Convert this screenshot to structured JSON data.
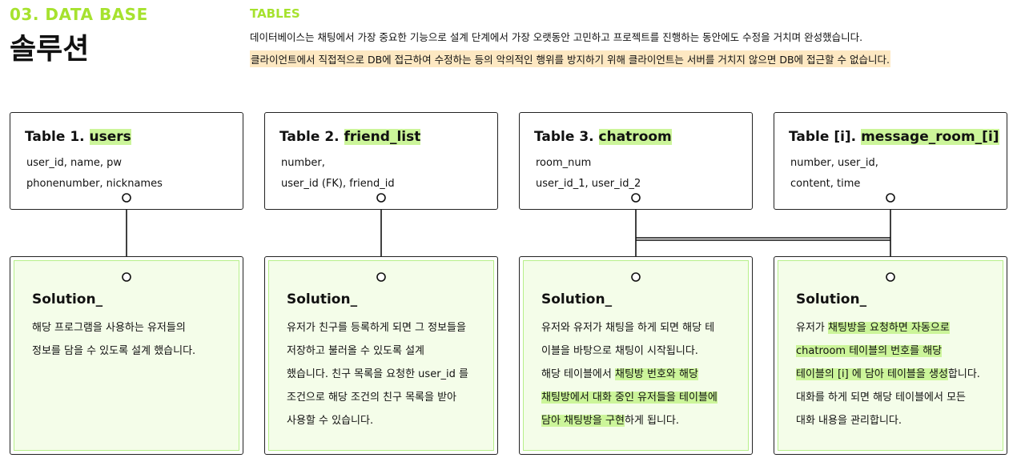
{
  "header": {
    "section_num": "03. DATA BASE",
    "section_title": "솔루션",
    "tables_label": "TABLES",
    "desc_line1": "데이터베이스는 채팅에서 가장 중요한 기능으로 설계 단계에서 가장 오랫동안 고민하고 프로젝트를 진행하는 동안에도 수정을 거치며 완성했습니다.",
    "desc_line2": "클라이언트에서 직접적으로 DB에 접근하여 수정하는 등의 악의적인 행위를 방지하기 위해 클라이언트는 서버를 거치지 않으면 DB에 접근할 수 없습니다."
  },
  "tables": [
    {
      "prefix": "Table 1. ",
      "name": "users",
      "line1": "user_id, name, pw",
      "line2": "phonenumber, nicknames"
    },
    {
      "prefix": "Table 2. ",
      "name": "friend_list",
      "line1": "number,",
      "line2": "user_id (FK), friend_id"
    },
    {
      "prefix": "Table 3. ",
      "name": "chatroom",
      "line1": "room_num",
      "line2": "user_id_1, user_id_2"
    },
    {
      "prefix": "Table [i]. ",
      "name": "message_room_[i]",
      "line1": "number, user_id,",
      "line2": "content, time"
    }
  ],
  "solutions": [
    {
      "title": "Solution_",
      "lines": [
        [
          "해당 프로그램을 사용하는 유저들의"
        ],
        [
          "정보를 담을 수 있도록 설계 했습니다."
        ]
      ]
    },
    {
      "title": "Solution_",
      "lines": [
        [
          "유저가 친구를 등록하게 되면 그 정보들을"
        ],
        [
          "저장하고 불러올 수 있도록 설계"
        ],
        [
          "했습니다. 친구 목록을 요청한 user_id 를"
        ],
        [
          "조건으로 해당 조건의 친구 목록을 받아"
        ],
        [
          "사용할 수 있습니다."
        ]
      ]
    },
    {
      "title": "Solution_",
      "lines": [
        [
          "유저와 유저가 채팅을 하게 되면 해당 테"
        ],
        [
          "이블을 바탕으로 채팅이 시작됩니다."
        ],
        [
          "해당 테이블에서 ",
          "채팅방 번호와 해당"
        ],
        [
          "",
          "채팅방에서 대화 중인 유저들을 테이블에"
        ],
        [
          "",
          "담아 채팅방을 구현",
          "하게 됩니다."
        ]
      ]
    },
    {
      "title": "Solution_",
      "lines": [
        [
          "유저가 ",
          "채팅방을 요청하면 자동으로"
        ],
        [
          "",
          "chatroom 테이블의 번호를 해당"
        ],
        [
          "",
          "테이블의 [i] 에 담아 테이블을 생성",
          "합니다."
        ],
        [
          "대화를 하게 되면 해당 테이블에서 모든"
        ],
        [
          "대화 내용을 관리합니다."
        ]
      ]
    }
  ],
  "colors": {
    "accent": "#a6e22e",
    "highlight": "#ccf59a",
    "note_bg": "#fde8c2",
    "solution_bg": "#f4fde9"
  }
}
